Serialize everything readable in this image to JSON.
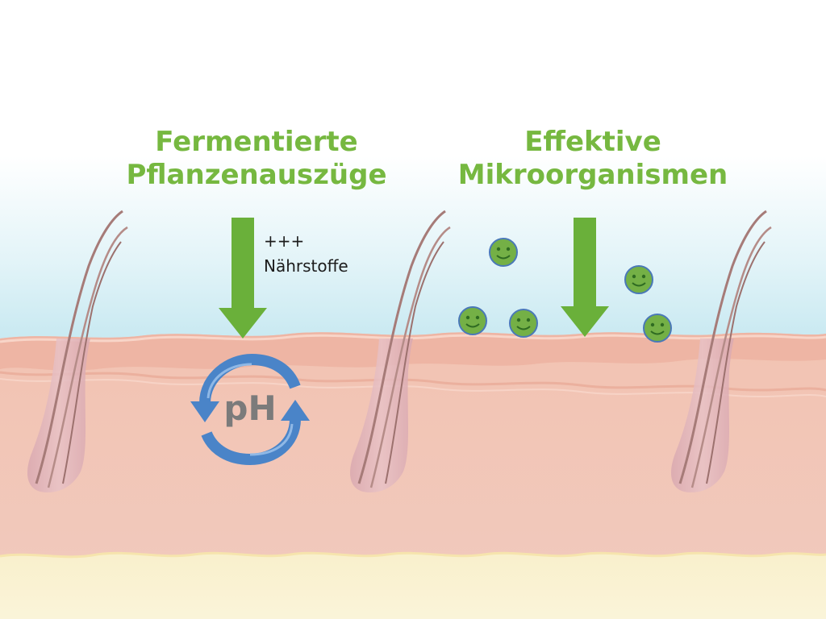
{
  "left_label": {
    "line1": "Fermentierte",
    "line2": "Pflanzenauszüge"
  },
  "right_label": {
    "line1": "Effektive",
    "line2": "Mikroorganismen"
  },
  "nutrients_note": {
    "line1": "+++",
    "line2": "Nährstoffe"
  },
  "ph_cycle": {
    "label": "pH"
  },
  "colors": {
    "label_green": "#76b840",
    "arrow_green": "#6ab03a",
    "microbe_green": "#74b046",
    "cycle_blue": "#4a84c8",
    "skin": "#f1c3b4",
    "sky": "#c8eaf2",
    "base_layer": "#f8f0c8"
  },
  "icons": {
    "microbe": "smiley-face-icon",
    "cycle": "circular-arrows-icon"
  }
}
